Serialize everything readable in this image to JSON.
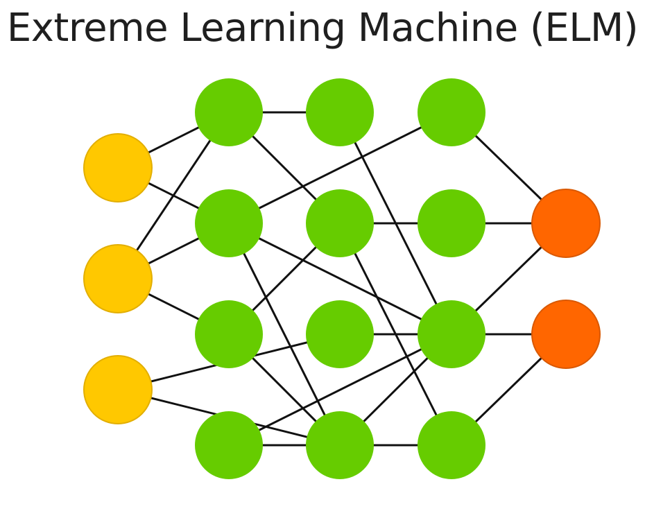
{
  "title": "Extreme Learning Machine (ELM)",
  "colors": {
    "input": "#ffc800",
    "input_border": "#e2ae00",
    "hidden": "#66cc00",
    "output": "#ff6600",
    "output_border": "#d95800",
    "edge": "#111111"
  },
  "layers": [
    {
      "name": "input",
      "nodes": [
        "i1",
        "i2",
        "i3"
      ]
    },
    {
      "name": "hidden-1",
      "nodes": [
        "a1",
        "a2",
        "a3",
        "a4"
      ]
    },
    {
      "name": "hidden-2",
      "nodes": [
        "b1",
        "b2",
        "b3",
        "b4"
      ]
    },
    {
      "name": "hidden-3",
      "nodes": [
        "c1",
        "c2",
        "c3",
        "c4"
      ]
    },
    {
      "name": "output",
      "nodes": [
        "o1",
        "o2"
      ]
    }
  ],
  "edges": [
    [
      "i1",
      "a1"
    ],
    [
      "i1",
      "a2"
    ],
    [
      "i2",
      "a1"
    ],
    [
      "i2",
      "a2"
    ],
    [
      "i2",
      "a3"
    ],
    [
      "i3",
      "b3"
    ],
    [
      "i3",
      "b4"
    ],
    [
      "a1",
      "b1"
    ],
    [
      "a1",
      "b2"
    ],
    [
      "a2",
      "c1"
    ],
    [
      "a2",
      "c3"
    ],
    [
      "a2",
      "b4"
    ],
    [
      "a3",
      "b2"
    ],
    [
      "a3",
      "b4"
    ],
    [
      "a4",
      "b4"
    ],
    [
      "a4",
      "c3"
    ],
    [
      "b1",
      "c3"
    ],
    [
      "b2",
      "c2"
    ],
    [
      "b2",
      "c4"
    ],
    [
      "b3",
      "c3"
    ],
    [
      "b4",
      "c3"
    ],
    [
      "b4",
      "c4"
    ],
    [
      "c1",
      "o1"
    ],
    [
      "c2",
      "o1"
    ],
    [
      "c3",
      "o1"
    ],
    [
      "c3",
      "o2"
    ],
    [
      "c4",
      "o2"
    ]
  ]
}
